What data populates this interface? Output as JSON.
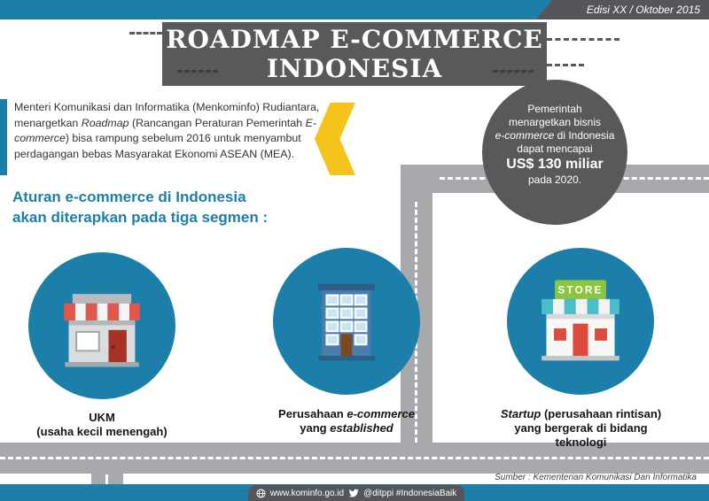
{
  "masthead": {
    "edition": "Edisi XX / Oktober 2015"
  },
  "header": {
    "title_line1": "ROADMAP E-COMMERCE",
    "title_line2": "INDONESIA"
  },
  "intro": {
    "t1": "Menteri Komunikasi dan Informatika (Menkominfo) Rudiantara, menargetkan ",
    "t2_italic": "Roadmap",
    "t3": " (Rancangan Peraturan Pemerintah ",
    "t4_italic": "E-commerce",
    "t5": ") bisa rampung sebelum 2016 untuk menyambut perdagangan bebas Masyarakat Ekonomi ASEAN (MEA)."
  },
  "roundabout": {
    "line1": "Pemerintah",
    "line2": "menargetkan bisnis",
    "line3_italic": "e-commerce",
    "line3_rest": " di Indonesia",
    "line4": "dapat mencapai",
    "amount": "US$ 130 miliar",
    "line6": "pada 2020."
  },
  "section_heading": {
    "line1": "Aturan e-commerce di Indonesia",
    "line2": "akan diterapkan pada tiga segmen :"
  },
  "segments": {
    "ukm": {
      "line1": "UKM",
      "line2": "(usaha kecil menengah)"
    },
    "ecommerce": {
      "l1a": "Perusahaan ",
      "l1b_italic": "e-commerce",
      "l2a": "yang ",
      "l2b_italic": "established"
    },
    "startup": {
      "l1a_italic": "Startup",
      "l1b": " (perusahaan rintisan)",
      "line2": "yang bergerak di bidang",
      "line3": "teknologi",
      "sign": "STORE"
    }
  },
  "source": "Sumber :  Kementerian Komunikasi Dan Informatika",
  "footer": {
    "website": "www.kominfo.go.id",
    "social": "@ditppi #IndonesiaBaik"
  },
  "colors": {
    "teal": "#1B7FA9",
    "dark_gray": "#58595B",
    "road_gray": "#A7A9AC",
    "accent_yellow": "#F5C41C",
    "accent_red": "#DD4B3E",
    "accent_green": "#8CC63F"
  }
}
